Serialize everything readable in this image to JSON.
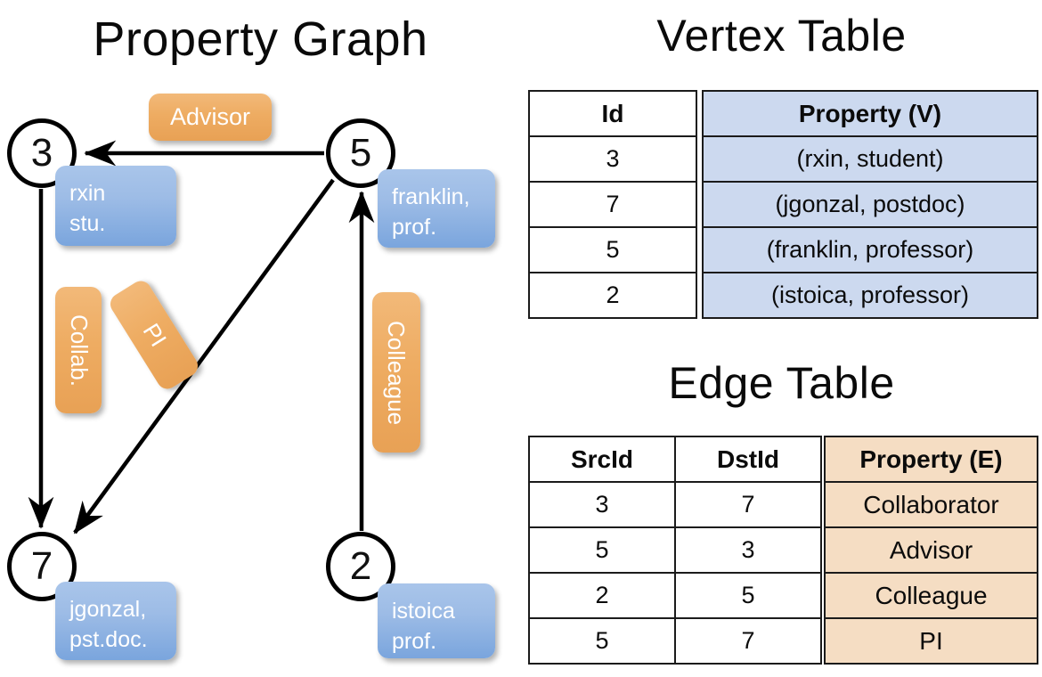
{
  "titles": {
    "property_graph": "Property Graph",
    "vertex_table": "Vertex Table",
    "edge_table": "Edge Table"
  },
  "graph": {
    "vertices": [
      {
        "id": "3",
        "name": "rxin",
        "role": "stu.",
        "label_line1": "rxin",
        "label_line2": "stu."
      },
      {
        "id": "5",
        "name": "franklin",
        "role": "prof.",
        "label_line1": "franklin,",
        "label_line2": "prof."
      },
      {
        "id": "7",
        "name": "jgonzal",
        "role": "pst.doc.",
        "label_line1": "jgonzal,",
        "label_line2": "pst.doc."
      },
      {
        "id": "2",
        "name": "istoica",
        "role": "prof.",
        "label_line1": "istoica",
        "label_line2": "prof."
      }
    ],
    "edge_labels": {
      "advisor": "Advisor",
      "collab": "Collab.",
      "pi": "PI",
      "colleague": "Colleague"
    },
    "colors": {
      "vertex_property_box": "#9dbce6",
      "edge_label_box": "#eeac62",
      "stroke": "#000000"
    }
  },
  "vertex_table": {
    "headers": {
      "id": "Id",
      "property": "Property (V)"
    },
    "rows": [
      {
        "id": "3",
        "property": "(rxin, student)"
      },
      {
        "id": "7",
        "property": "(jgonzal, postdoc)"
      },
      {
        "id": "5",
        "property": "(franklin, professor)"
      },
      {
        "id": "2",
        "property": "(istoica, professor)"
      }
    ],
    "header_fill": "#ccd9ef"
  },
  "edge_table": {
    "headers": {
      "src": "SrcId",
      "dst": "DstId",
      "property": "Property (E)"
    },
    "rows": [
      {
        "src": "3",
        "dst": "7",
        "property": "Collaborator"
      },
      {
        "src": "5",
        "dst": "3",
        "property": "Advisor"
      },
      {
        "src": "2",
        "dst": "5",
        "property": "Colleague"
      },
      {
        "src": "5",
        "dst": "7",
        "property": "PI"
      }
    ],
    "header_fill": "#f5ddc3"
  }
}
